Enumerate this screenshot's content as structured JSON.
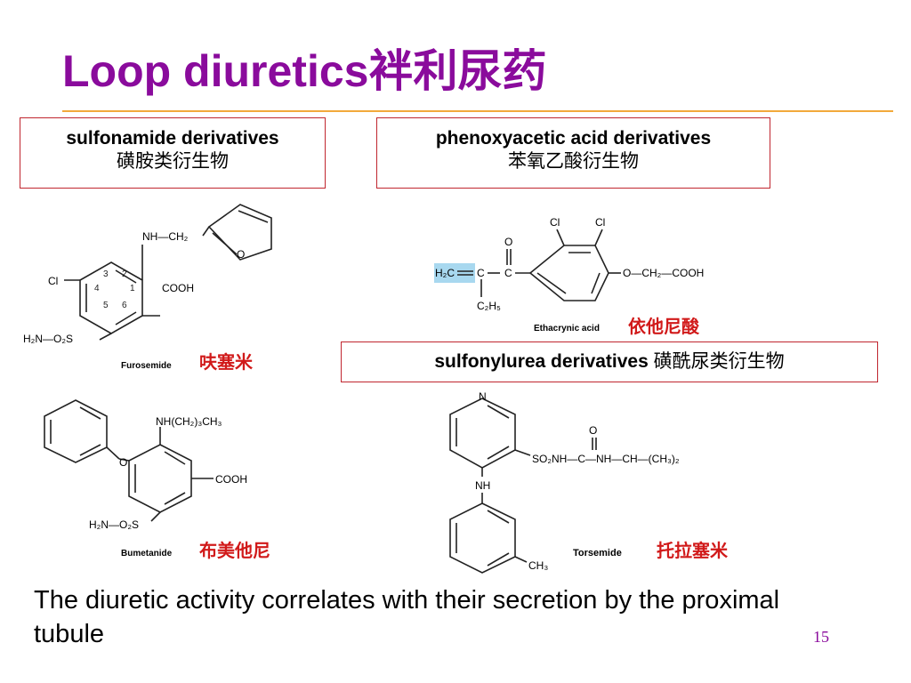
{
  "slide": {
    "title": "Loop diuretics袢利尿药",
    "footer": "The diuretic activity correlates with their secretion by the proximal tubule",
    "page_number": "15"
  },
  "boxes": {
    "sulfonamide": {
      "en": "sulfonamide derivatives",
      "cn": "磺胺类衍生物"
    },
    "phenoxyacetic": {
      "en": "phenoxyacetic acid derivatives",
      "cn": "苯氧乙酸衍生物"
    },
    "sulfonylurea": {
      "en": "sulfonylurea derivatives",
      "cn": "磺酰尿类衍生物"
    }
  },
  "compounds": {
    "furosemide": {
      "name": "Furosemide",
      "cn": "呋塞米"
    },
    "ethacrynic": {
      "name": "Ethacrynic acid",
      "cn": "依他尼酸"
    },
    "bumetanide": {
      "name": "Bumetanide",
      "cn": "布美他尼"
    },
    "torsemide": {
      "name": "Torsemide",
      "cn": "托拉塞米"
    }
  },
  "atoms": {
    "nh_ch2": "NH—CH₂",
    "o": "O",
    "cl": "Cl",
    "cooh": "COOH",
    "h2n_o2s": "H₂N—O₂S",
    "ring_nums": [
      "3",
      "2",
      "4",
      "1",
      "5",
      "6"
    ],
    "h2c": "H₂C",
    "c": "C",
    "o_ch2_cooh": "O—CH₂—COOH",
    "c2h5": "C₂H₅",
    "nh_butyl": "NH(CH₂)₃CH₃",
    "n": "N",
    "nh": "NH",
    "torsemide_chain": "SO₂NH—C—NH—CH—(CH₃)₂",
    "ch3": "CH₃"
  },
  "colors": {
    "title": "#8a0b9c",
    "rule": "#f2a93b",
    "box_border": "#c0262f",
    "cn_label": "#d11a1a",
    "highlight": "#a8d8ef"
  }
}
